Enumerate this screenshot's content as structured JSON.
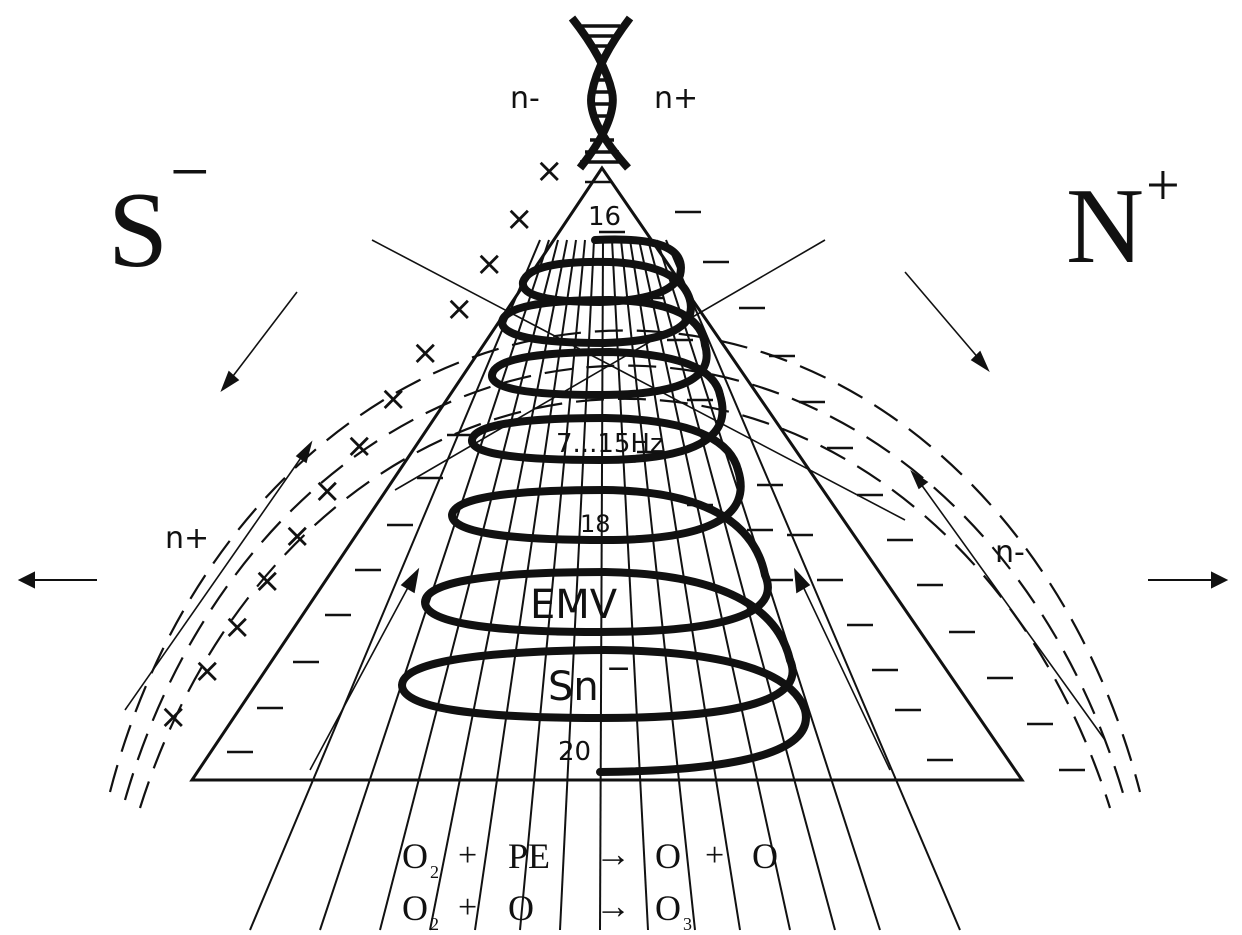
{
  "poles": {
    "left": "S",
    "left_sign": "−",
    "right": "N",
    "right_sign": "+"
  },
  "dna": {
    "left_label": "n-",
    "right_label": "n+"
  },
  "flow_labels": {
    "left": "n+",
    "right": "n-"
  },
  "cone_labels": {
    "top": "16",
    "mid": "7...15Hz",
    "lower": "18",
    "bottom": "20"
  },
  "spiral_labels": {
    "emv": "EMV",
    "sn": "Sn",
    "sn_sign": "−"
  },
  "equations": [
    {
      "lhs1": "O",
      "lhs1_sub": "2",
      "op": "+",
      "lhs2": "PE",
      "arrow": "→",
      "rhs1": "O",
      "rhs_op": "+",
      "rhs2": "O",
      "rhs2_sub": ""
    },
    {
      "lhs1": "O",
      "lhs1_sub": "2",
      "op": "+",
      "lhs2": "O",
      "arrow": "→",
      "rhs1": "O",
      "rhs1_sub": "3"
    }
  ],
  "charges": {
    "plus": "×",
    "minus": "—"
  }
}
